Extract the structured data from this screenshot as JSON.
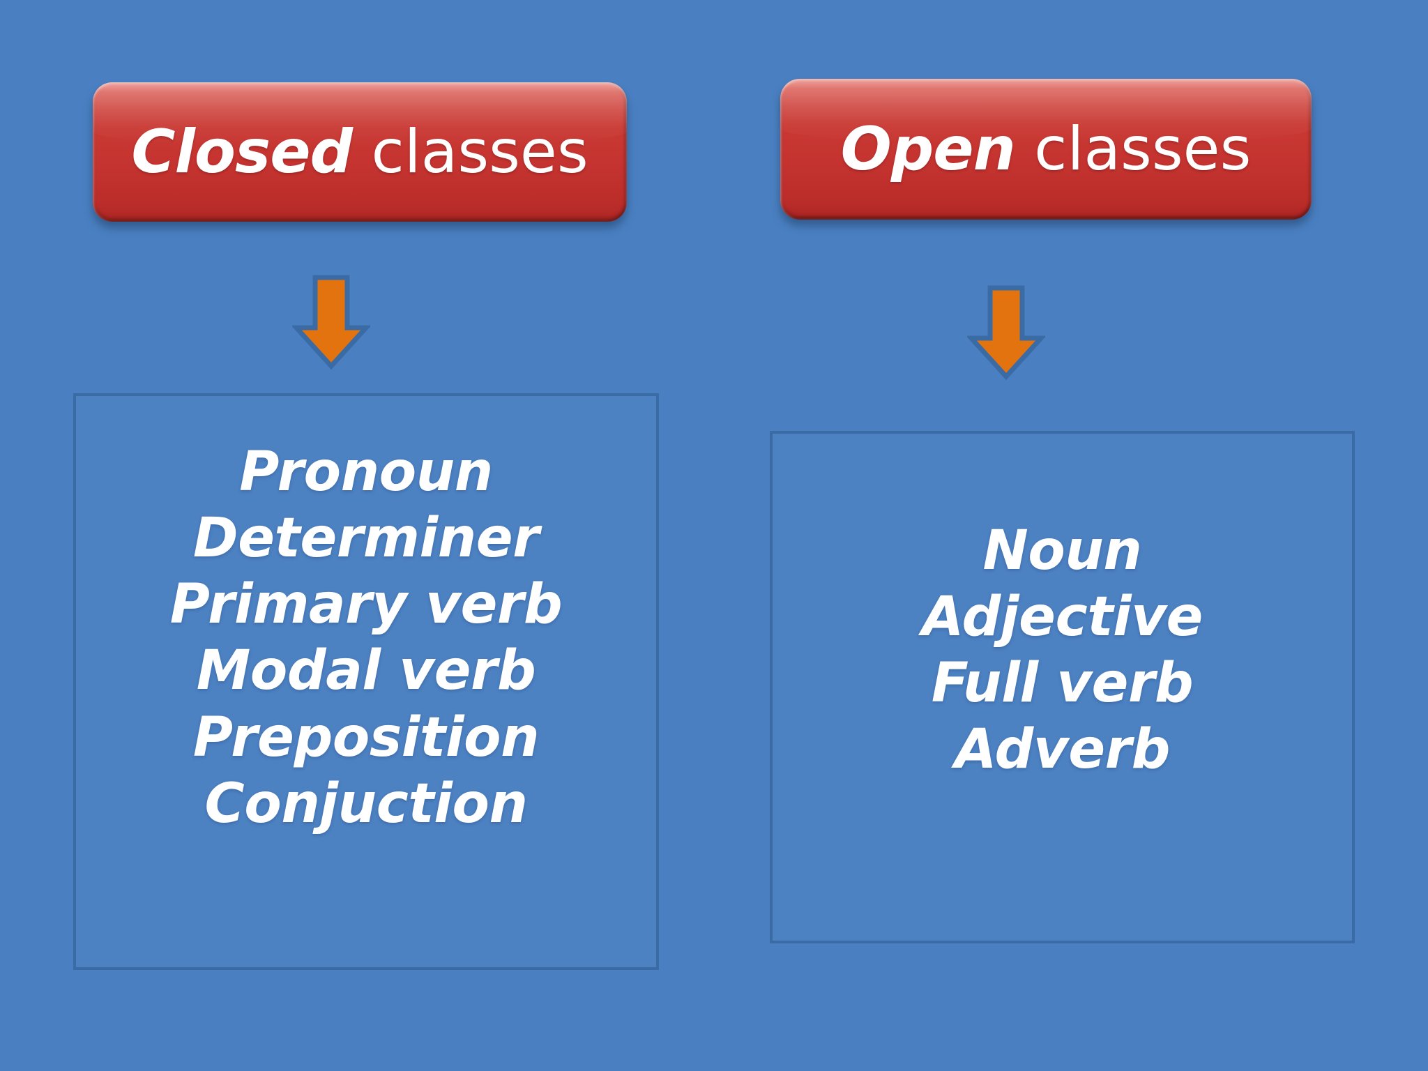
{
  "slide": {
    "background_color": "#4a80c2",
    "columns": [
      {
        "id": "closed",
        "button": {
          "emphasis": "Closed",
          "rest": " classes",
          "color": "#c4332f",
          "text_color": "#ffffff"
        },
        "arrow": {
          "icon": "down-arrow-icon",
          "fill": "#e2730e",
          "stroke": "#3b6ba5"
        },
        "list": {
          "items": [
            "Pronoun",
            "Determiner",
            "Primary verb",
            "Modal verb",
            "Preposition",
            "Conjuction"
          ]
        }
      },
      {
        "id": "open",
        "button": {
          "emphasis": "Open",
          "rest": " classes",
          "color": "#c4332f",
          "text_color": "#ffffff"
        },
        "arrow": {
          "icon": "down-arrow-icon",
          "fill": "#e2730e",
          "stroke": "#3b6ba5"
        },
        "list": {
          "items": [
            "Noun",
            "Adjective",
            "Full verb",
            "Adverb"
          ]
        }
      }
    ]
  }
}
